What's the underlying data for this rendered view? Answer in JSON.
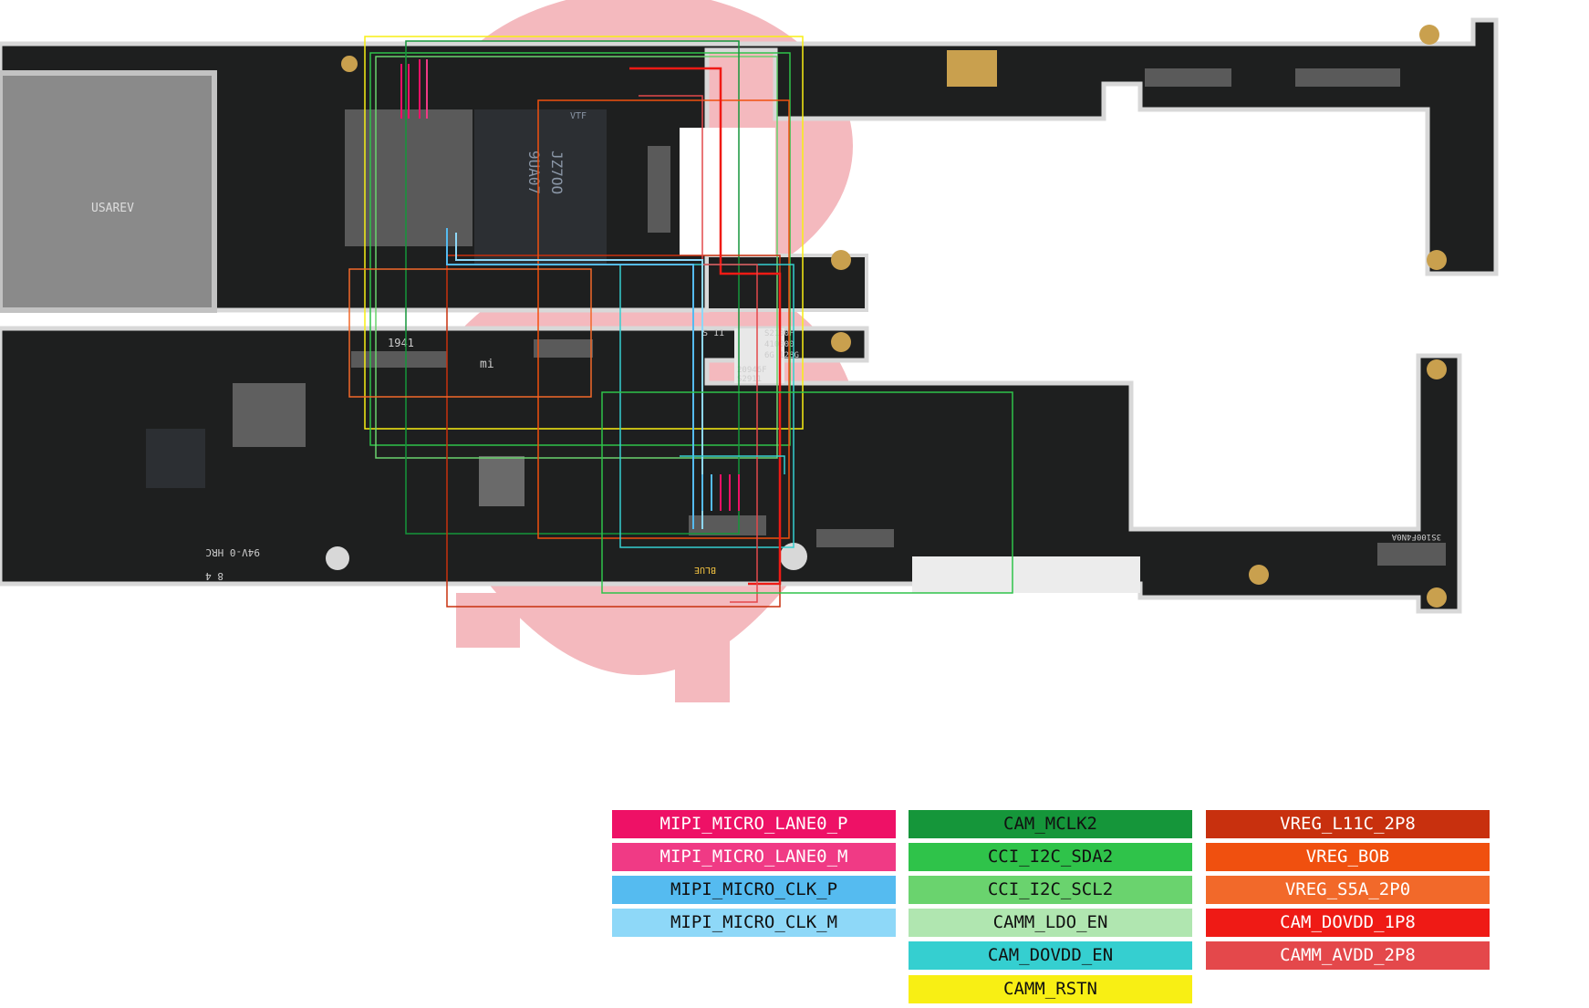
{
  "board": {
    "markings": {
      "sim_tray_text": "USAREV",
      "chip_text_1": "9UA07",
      "chip_text_2": "JZ7OO",
      "chip_text_3": "VTF",
      "connector_text": "1941",
      "logo_text": "mi",
      "qr_text_1": "S2100F",
      "qr_text_2": "410000",
      "qr_text_3": "6G 128G",
      "qr_text_4": "20946F",
      "qr_text_5": "S2911",
      "ul_text": "94V-0 HRC",
      "ul_text_2": "8  4",
      "s_marking": "S 11",
      "right_code": "3S100F4N0A",
      "flex_label": "BLUE"
    }
  },
  "legend": {
    "col1": [
      {
        "label": "MIPI_MICRO_LANE0_P",
        "bg": "#ee1166",
        "fg": "#ffffff"
      },
      {
        "label": "MIPI_MICRO_LANE0_M",
        "bg": "#f03a85",
        "fg": "#ffffff"
      },
      {
        "label": "MIPI_MICRO_CLK_P",
        "bg": "#55bbf0",
        "fg": "#111111"
      },
      {
        "label": "MIPI_MICRO_CLK_M",
        "bg": "#8ed8f8",
        "fg": "#111111"
      }
    ],
    "col2": [
      {
        "label": "CAM_MCLK2",
        "bg": "#15963a",
        "fg": "#111111"
      },
      {
        "label": "CCI_I2C_SDA2",
        "bg": "#2fc34a",
        "fg": "#111111"
      },
      {
        "label": "CCI_I2C_SCL2",
        "bg": "#6ad36e",
        "fg": "#111111"
      },
      {
        "label": "CAMM_LDO_EN",
        "bg": "#b0e6b0",
        "fg": "#111111"
      },
      {
        "label": "CAM_DOVDD_EN",
        "bg": "#35cfd0",
        "fg": "#111111"
      },
      {
        "label": "CAMM_RSTN",
        "bg": "#f8ef14",
        "fg": "#111111"
      }
    ],
    "col3": [
      {
        "label": "VREG_L11C_2P8",
        "bg": "#c8300e",
        "fg": "#ffffff"
      },
      {
        "label": "VREG_BOB",
        "bg": "#f0500f",
        "fg": "#ffffff"
      },
      {
        "label": "VREG_S5A_2P0",
        "bg": "#f2692a",
        "fg": "#ffffff"
      },
      {
        "label": "CAM_DOVDD_1P8",
        "bg": "#ef1a15",
        "fg": "#ffffff"
      },
      {
        "label": "CAMM_AVDD_2P8",
        "bg": "#e4484b",
        "fg": "#ffffff"
      }
    ]
  }
}
